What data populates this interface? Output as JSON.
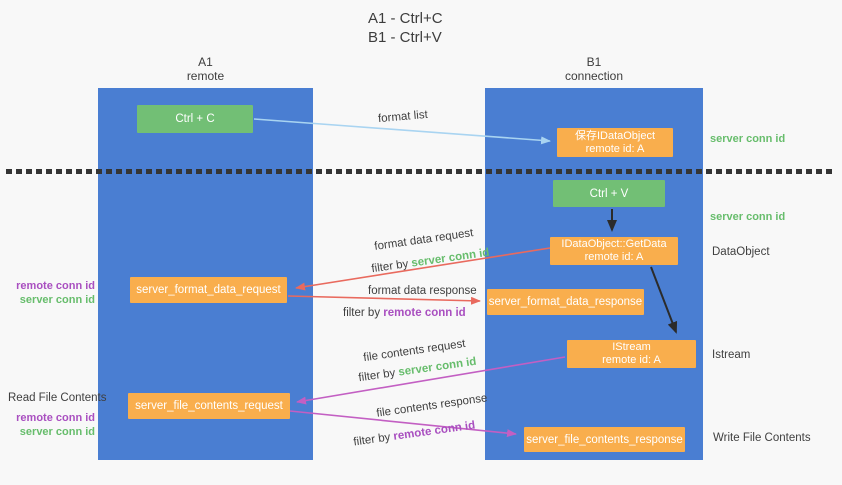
{
  "title": {
    "line1": "A1 - Ctrl+C",
    "line2": "B1 - Ctrl+V"
  },
  "lanes": {
    "left": {
      "title": "A1",
      "subtitle": "remote"
    },
    "right": {
      "title": "B1",
      "subtitle": "connection"
    }
  },
  "nodes": {
    "ctrl_c": {
      "label": "Ctrl + C"
    },
    "save_idataobject": {
      "line1": "保存IDataObject",
      "line2": "remote id: A"
    },
    "ctrl_v": {
      "label": "Ctrl + V"
    },
    "getdata": {
      "line1": "IDataObject::GetData",
      "line2": "remote id: A"
    },
    "format_request": {
      "label": "server_format_data_request"
    },
    "format_response": {
      "label": "server_format_data_response"
    },
    "istream": {
      "line1": "IStream",
      "line2": "remote id: A"
    },
    "file_request": {
      "label": "server_file_contents_request"
    },
    "file_response": {
      "label": "server_file_contents_response"
    }
  },
  "side_labels": {
    "server_conn_top": "server conn id",
    "server_conn_mid": "server conn id",
    "dataobject": "DataObject",
    "istream": "Istream",
    "write_file": "Write File Contents",
    "read_file": "Read File Contents",
    "remote_conn_left_top": "remote conn id",
    "server_conn_left_top": "server conn id",
    "remote_conn_left_bottom": "remote conn id",
    "server_conn_left_bottom": "server conn id"
  },
  "arrow_labels": {
    "format_list": "format list",
    "format_data_request": "format data request",
    "filter_by_1": "filter by",
    "filter_server_1": "server conn id",
    "format_data_response": "format data response",
    "filter_by_2": "filter by",
    "filter_remote_1": "remote conn id",
    "file_contents_request": "file contents request",
    "filter_by_3": "filter by",
    "filter_server_2": "server conn id",
    "file_contents_response": "file contents response",
    "filter_by_4": "filter by",
    "filter_remote_2": "remote conn id"
  },
  "colors": {
    "lane_blue": "#4a7ed2",
    "node_green": "#72bf75",
    "node_orange": "#f9ae4d",
    "arrow_blue": "#a9d4f1",
    "arrow_red": "#e96a5e",
    "arrow_purple": "#c35fc3",
    "arrow_black": "#2b2b2b",
    "text_green": "#67bd6c",
    "text_purple": "#a94fc0",
    "text_dark": "#3f3f3f",
    "background": "#f8f8f8"
  }
}
